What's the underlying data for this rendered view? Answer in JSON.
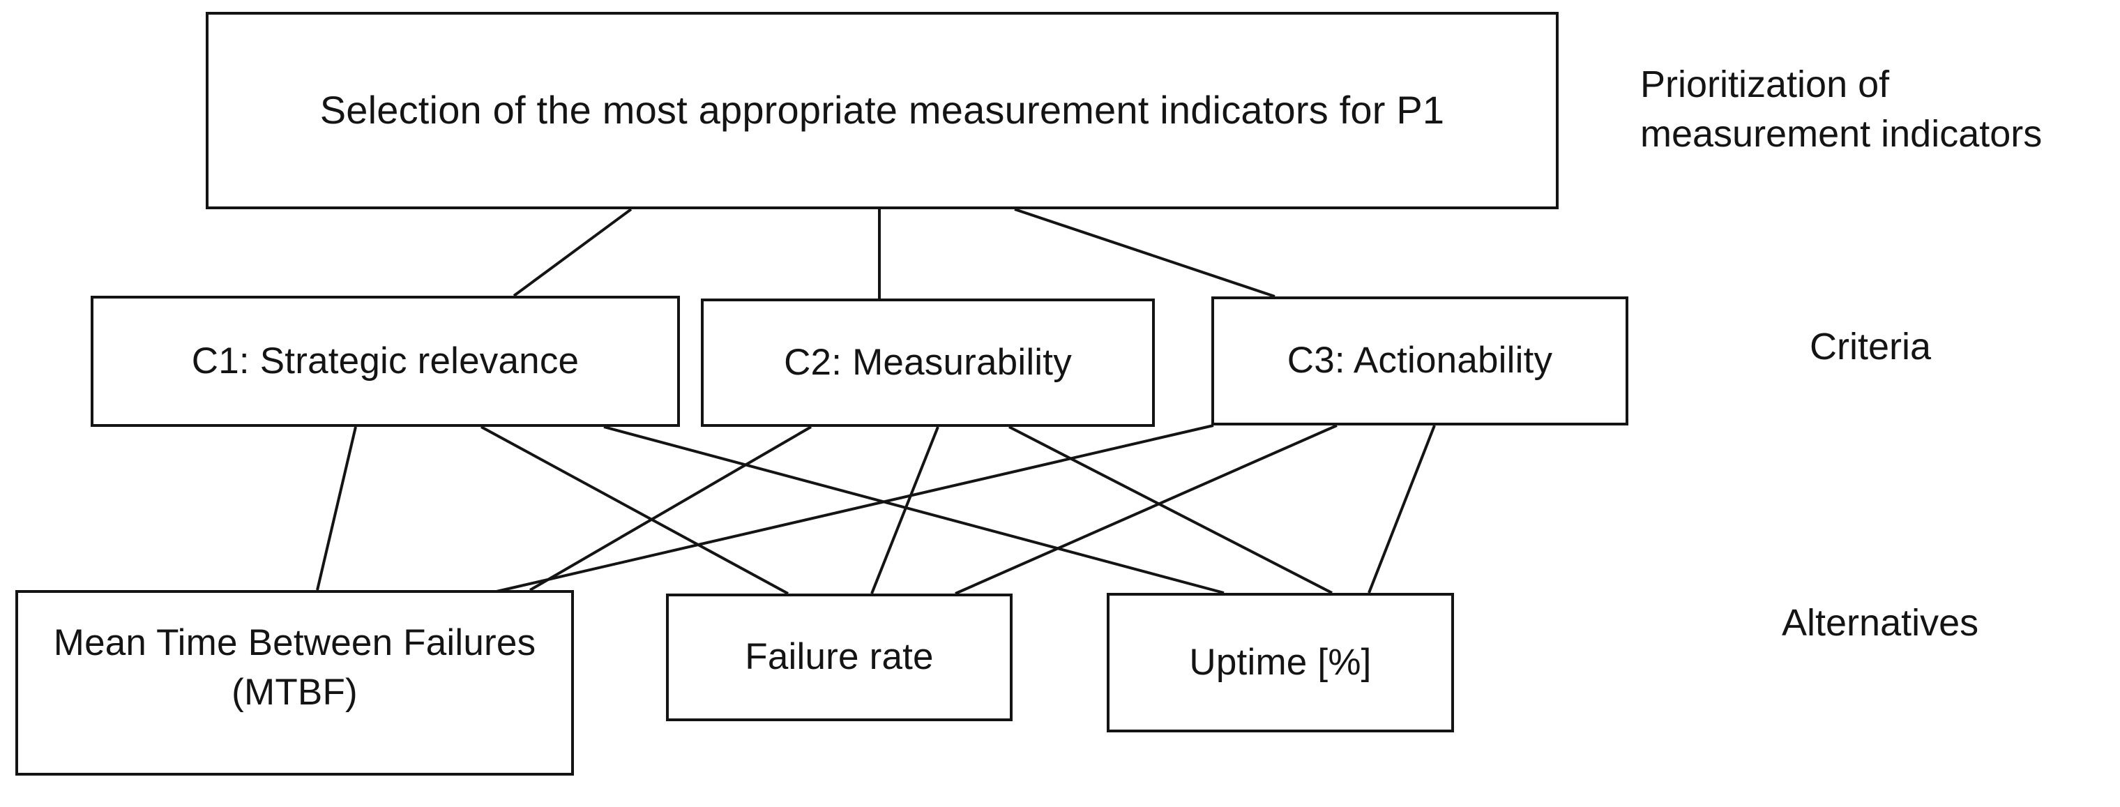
{
  "diagram": {
    "type": "ahp-hierarchy",
    "title_text": "Selection of the most appropriate measurement indicators for P1",
    "goal": {
      "id": "goal",
      "label": "Selection of the most appropriate measurement indicators for P1",
      "line1": "Selection of the most appropriate measurement indicators",
      "line2": "for P1"
    },
    "criteria": [
      {
        "id": "c1",
        "code": "C1",
        "name": "Strategic relevance",
        "label": "C1: Strategic relevance"
      },
      {
        "id": "c2",
        "code": "C2",
        "name": "Measurability",
        "label": "C2: Measurability"
      },
      {
        "id": "c3",
        "code": "C3",
        "name": "Actionability",
        "label": "C3: Actionability"
      }
    ],
    "alternatives": [
      {
        "id": "a1",
        "label": "Mean Time Between Failures (MTBF)",
        "line1": "Mean Time Between",
        "line2": "Failures (MTBF)"
      },
      {
        "id": "a2",
        "label": "Failure rate"
      },
      {
        "id": "a3",
        "label": "Uptime [%]"
      }
    ],
    "level_labels": {
      "goal": "Prioritization of measurement indicators",
      "goal_line1": "Prioritization of",
      "goal_line2": "measurement indicators",
      "criteria": "Criteria",
      "alternatives": "Alternatives"
    },
    "edges": [
      {
        "from": "goal",
        "to": "c1"
      },
      {
        "from": "goal",
        "to": "c2"
      },
      {
        "from": "goal",
        "to": "c3"
      },
      {
        "from": "c1",
        "to": "a1"
      },
      {
        "from": "c1",
        "to": "a2"
      },
      {
        "from": "c1",
        "to": "a3"
      },
      {
        "from": "c2",
        "to": "a1"
      },
      {
        "from": "c2",
        "to": "a2"
      },
      {
        "from": "c2",
        "to": "a3"
      },
      {
        "from": "c3",
        "to": "a1"
      },
      {
        "from": "c3",
        "to": "a2"
      },
      {
        "from": "c3",
        "to": "a3"
      }
    ],
    "colors": {
      "background": "#ffffff",
      "stroke": "#141414",
      "text": "#141414"
    }
  }
}
